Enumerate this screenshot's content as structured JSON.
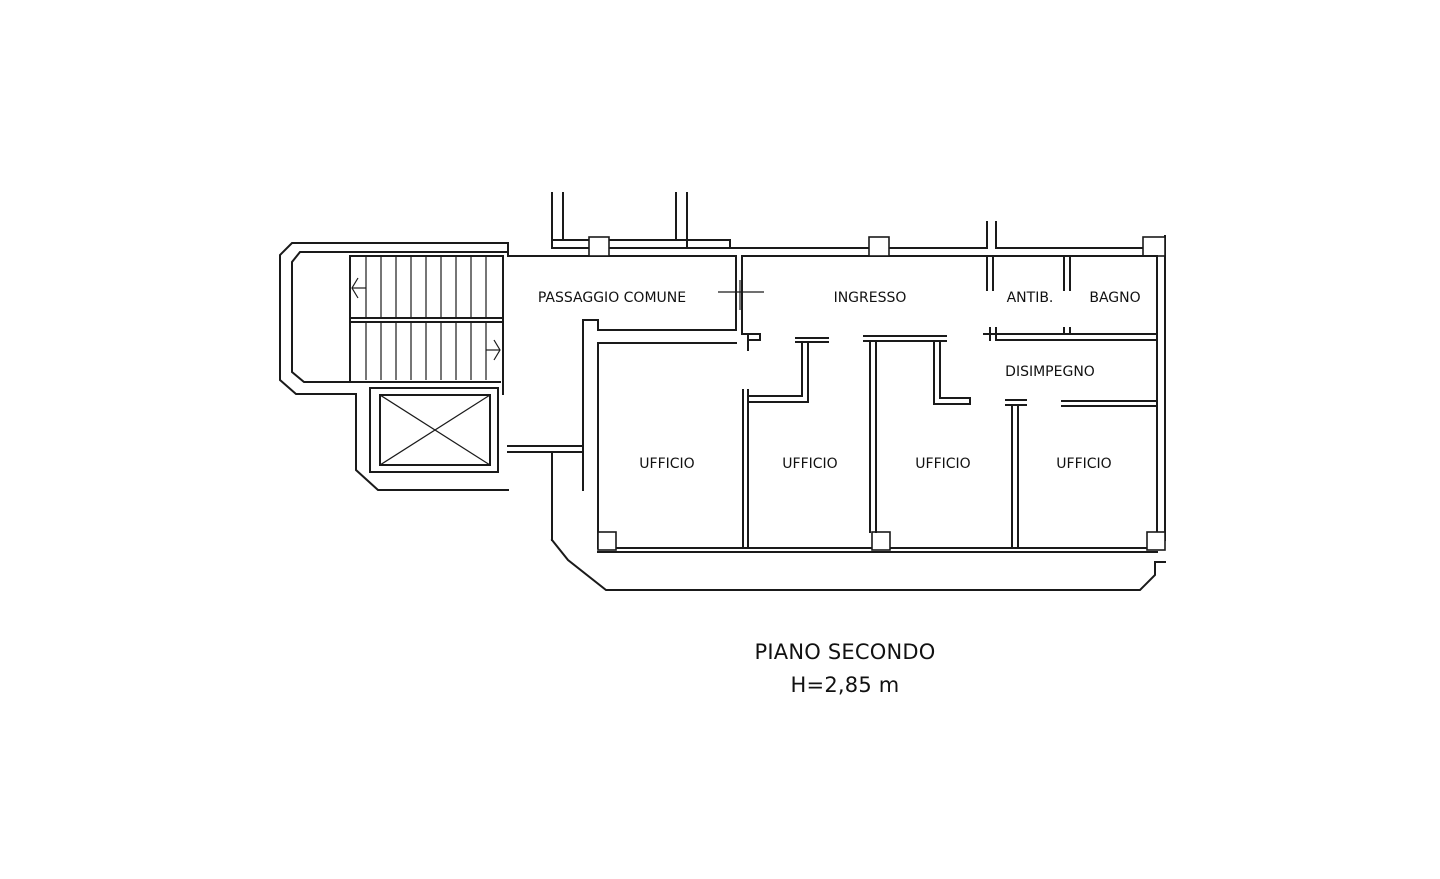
{
  "rooms": {
    "passaggio_comune": "PASSAGGIO COMUNE",
    "ingresso": "INGRESSO",
    "antibagno": "ANTIB.",
    "bagno": "BAGNO",
    "disimpegno": "DISIMPEGNO",
    "ufficio_1": "UFFICIO",
    "ufficio_2": "UFFICIO",
    "ufficio_3": "UFFICIO",
    "ufficio_4": "UFFICIO"
  },
  "caption": {
    "floor": "PIANO SECONDO",
    "height": "H=2,85 m"
  },
  "colors": {
    "line": "#1a1a1a",
    "background": "#ffffff"
  }
}
